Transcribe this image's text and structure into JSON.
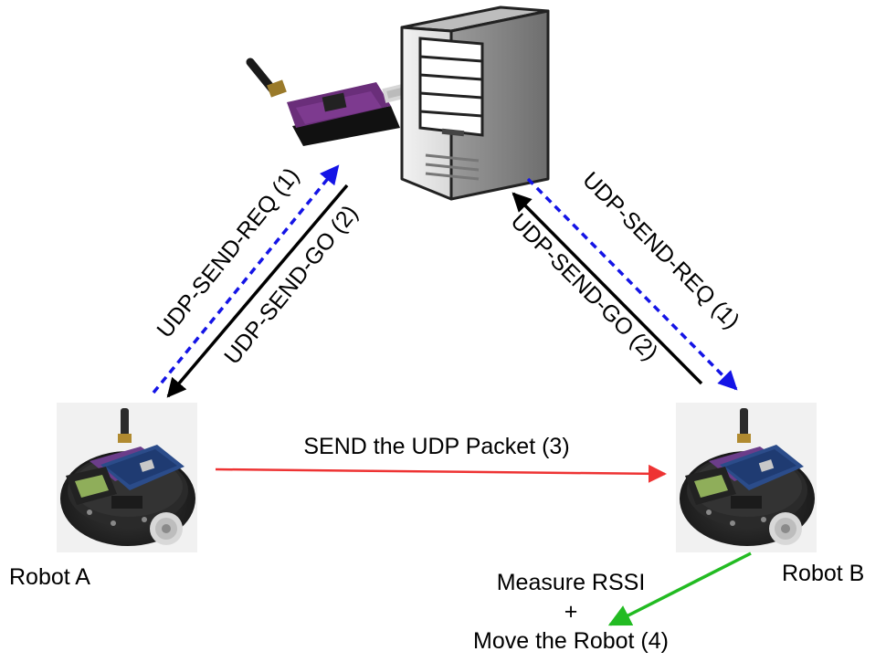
{
  "nodes": {
    "robot_a": "Robot A",
    "robot_b": "Robot B"
  },
  "edges": {
    "a_req": "UDP-SEND-REQ (1)",
    "a_go": "UDP-SEND-GO (2)",
    "b_req": "UDP-SEND-REQ (1)",
    "b_go": "UDP-SEND-GO (2)",
    "send": "SEND the UDP Packet (3)",
    "move_line1": "Measure RSSI",
    "move_line2": "+",
    "move_line3": "Move the Robot (4)"
  },
  "colors": {
    "request": "#1414e6",
    "go": "#000000",
    "send": "#ee3333",
    "move": "#22bb22"
  },
  "icons": {
    "server": "server-tower-icon",
    "dongle": "usb-radio-dongle-icon",
    "robot_a": "robot-photo-icon",
    "robot_b": "robot-photo-icon"
  }
}
